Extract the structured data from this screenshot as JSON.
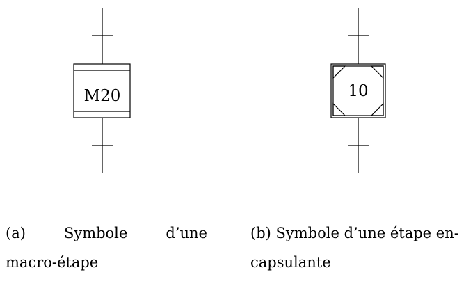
{
  "figure_a": {
    "step_label": "M20",
    "caption": {
      "tag": "(a)",
      "words": [
        "Symbole",
        "d’une"
      ],
      "line2": "macro-étape"
    }
  },
  "figure_b": {
    "step_label": "10",
    "caption": {
      "line1": "(b) Symbole d’une étape en-",
      "line2": "capsulante"
    }
  }
}
